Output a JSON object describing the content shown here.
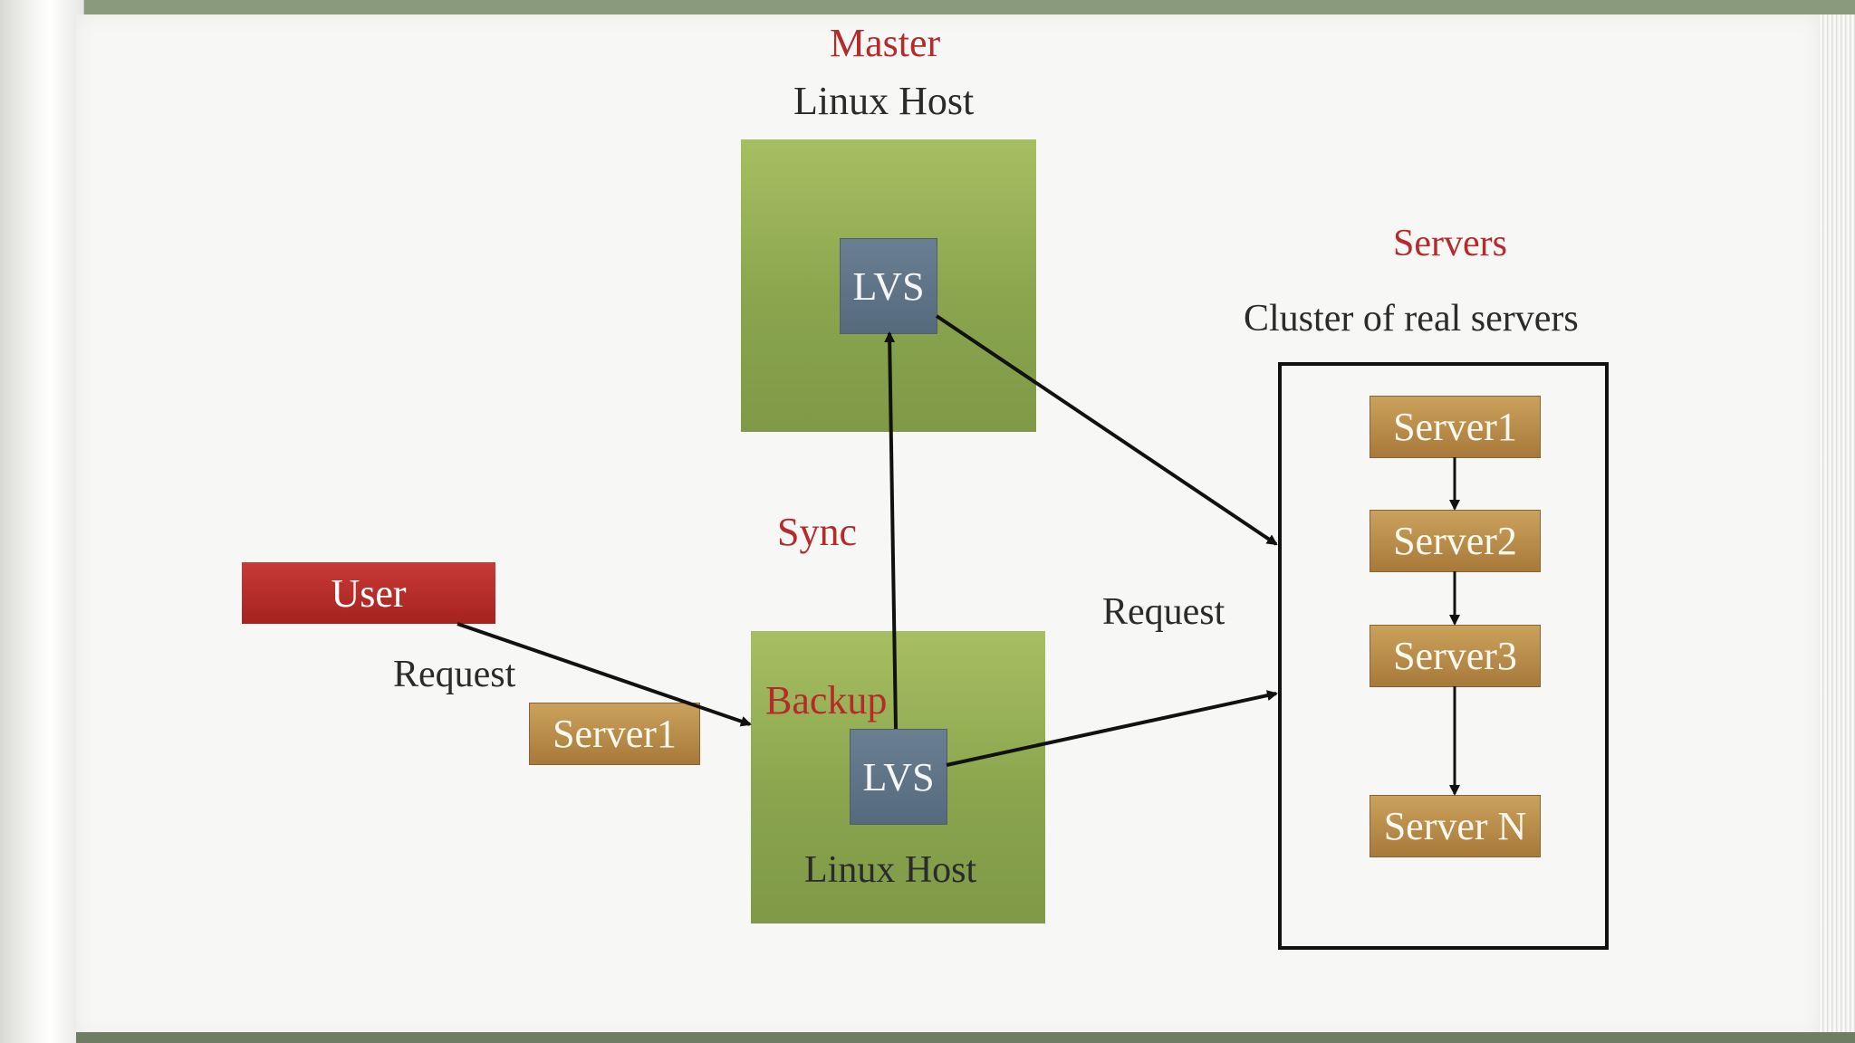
{
  "master": {
    "title": "Master",
    "host_label": "Linux Host",
    "lvs_label": "LVS"
  },
  "backup": {
    "title": "Backup",
    "host_label": "Linux Host",
    "lvs_label": "LVS"
  },
  "sync_label": "Sync",
  "user": {
    "label": "User",
    "request_label": "Request",
    "server_tag": "Server1"
  },
  "backup_request_label": "Request",
  "servers": {
    "title": "Servers",
    "subtitle": "Cluster of real servers",
    "items": [
      "Server1",
      "Server2",
      "Server3",
      "Server N"
    ]
  },
  "colors": {
    "accent_red": "#b72a2a",
    "host_green": "#8aa54d",
    "lvs_slate": "#5f7388",
    "server_gold": "#b88a48",
    "user_red": "#b52d2a"
  }
}
